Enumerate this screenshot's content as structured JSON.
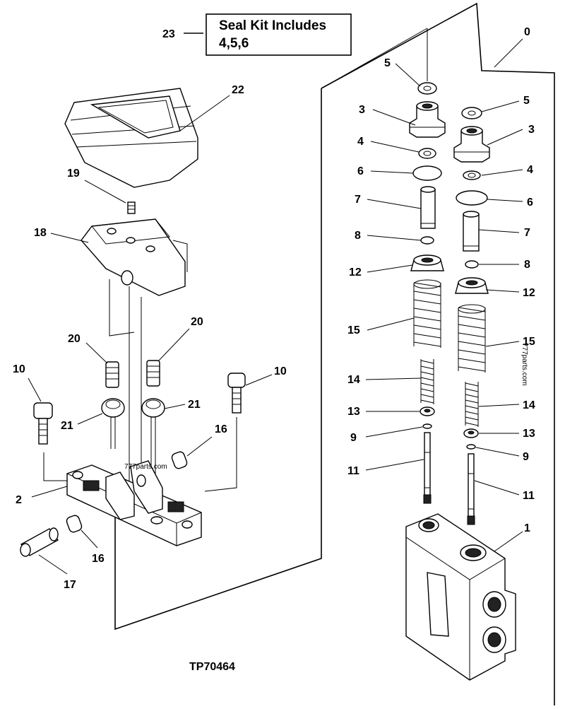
{
  "seal_kit": {
    "title": "Seal Kit Includes",
    "items": "4,5,6"
  },
  "figure_id": "TP70464",
  "watermarks": [
    "777parts.com",
    "777parts.com"
  ],
  "callouts": {
    "c0": "0",
    "c1": "1",
    "c2": "2",
    "c23": "23",
    "c22": "22",
    "c19": "19",
    "c18": "18",
    "c20a": "20",
    "c20b": "20",
    "c10a": "10",
    "c10b": "10",
    "c21a": "21",
    "c21b": "21",
    "c16a": "16",
    "c16b": "16",
    "c17": "17",
    "c5a": "5",
    "c5b": "5",
    "c3a": "3",
    "c3b": "3",
    "c4a": "4",
    "c4b": "4",
    "c6a": "6",
    "c6b": "6",
    "c7a": "7",
    "c7b": "7",
    "c8a": "8",
    "c8b": "8",
    "c12a": "12",
    "c12b": "12",
    "c15a": "15",
    "c15b": "15",
    "c14a": "14",
    "c14b": "14",
    "c13a": "13",
    "c13b": "13",
    "c9a": "9",
    "c9b": "9",
    "c11a": "11",
    "c11b": "11"
  }
}
